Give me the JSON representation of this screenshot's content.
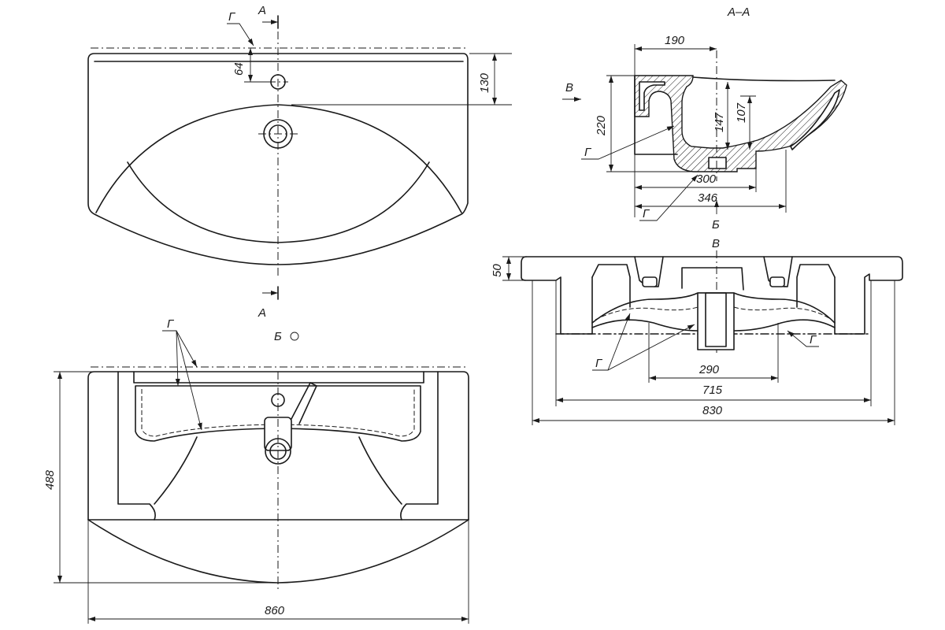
{
  "section_title": "А–А",
  "markers": {
    "section_a_top": "А",
    "section_a_bottom": "А",
    "view_b": "В",
    "view_b_top": "В",
    "view_bb": "Б",
    "view_bb_label": "Б",
    "g": "Г"
  },
  "dimensions": {
    "top_hole_offset": "64",
    "top_depth": "130",
    "side_190": "190",
    "side_220": "220",
    "side_147": "147",
    "side_107": "107",
    "side_300": "300",
    "side_346": "346",
    "front_50": "50",
    "front_290": "290",
    "front_715": "715",
    "front_830": "830",
    "bottom_488": "488",
    "bottom_860": "860"
  }
}
